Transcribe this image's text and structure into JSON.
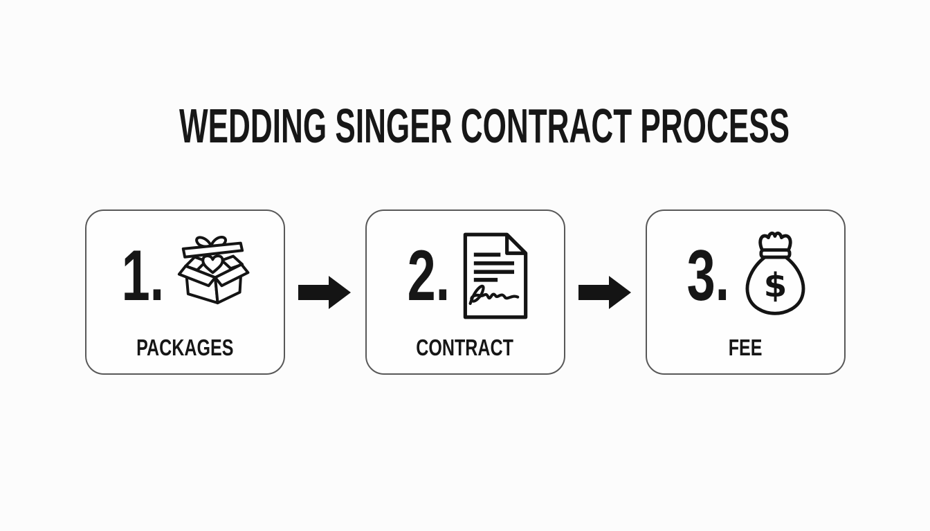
{
  "title": "WEDDING SINGER CONTRACT PROCESS",
  "steps": [
    {
      "number": "1.",
      "label": "PACKAGES",
      "icon": "gift-box-icon"
    },
    {
      "number": "2.",
      "label": "CONTRACT",
      "icon": "contract-document-icon"
    },
    {
      "number": "3.",
      "label": "FEE",
      "icon": "money-bag-icon",
      "currency_symbol": "$"
    }
  ],
  "arrows": [
    {
      "icon": "arrow-right-icon"
    },
    {
      "icon": "arrow-right-icon"
    }
  ],
  "colors": {
    "background": "#fcfcfc",
    "card_border": "#585858",
    "ink": "#141414",
    "arrow": "#141414"
  }
}
